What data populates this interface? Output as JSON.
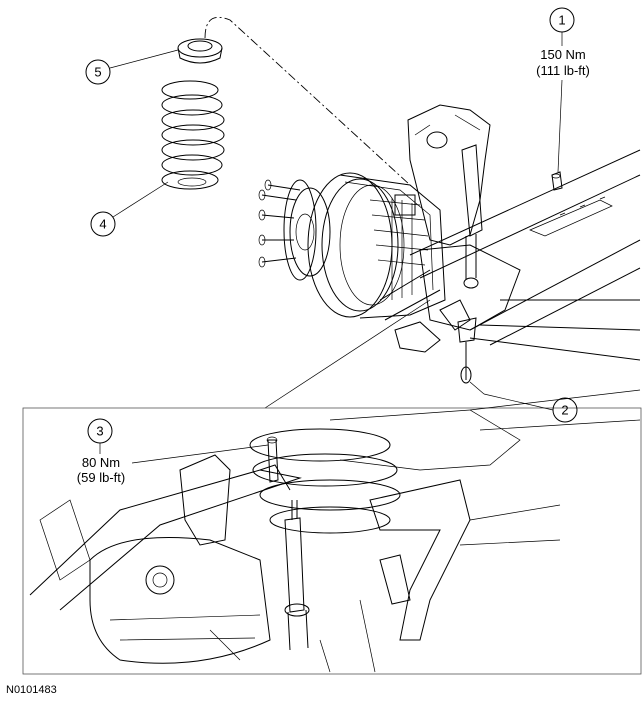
{
  "callouts": [
    {
      "number": "1",
      "line1": "150 Nm",
      "line2": "(111 lb-ft)"
    },
    {
      "number": "2"
    },
    {
      "number": "3",
      "line1": "80 Nm",
      "line2": "(59 lb-ft)"
    },
    {
      "number": "4"
    },
    {
      "number": "5"
    }
  ],
  "figure_id": "N0101483"
}
